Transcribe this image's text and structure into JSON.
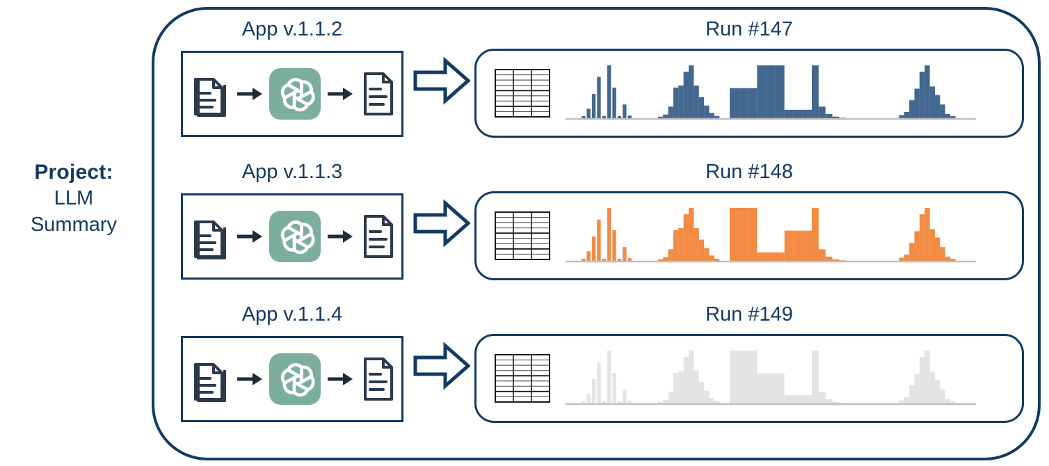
{
  "project": {
    "title": "Project:",
    "subtitle_line1": "LLM",
    "subtitle_line2": "Summary"
  },
  "colors": {
    "navy": "#123A62",
    "steel_blue": "#43688F",
    "orange": "#F28B43",
    "grey": "#E4E4E4",
    "sage_green": "#7BAE9B",
    "doc_outline": "#2B3A4A",
    "table_line": "#1A1A1A",
    "baseline": "#BFBFBF"
  },
  "icons": {
    "input_documents": "stacked-documents-icon",
    "llm": "openai-logo-icon",
    "output_document": "document-icon",
    "small_arrow": "arrow-right-icon",
    "block_arrow": "block-arrow-right-icon",
    "table": "table-grid-icon"
  },
  "rows": [
    {
      "app_label": "App v.1.1.2",
      "run_label": "Run #147",
      "color_key": "steel_blue",
      "color": "#43688F",
      "hist_style": "solid"
    },
    {
      "app_label": "App v.1.1.3",
      "run_label": "Run #148",
      "color_key": "orange",
      "color": "#F28B43",
      "hist_style": "solid"
    },
    {
      "app_label": "App v.1.1.4",
      "run_label": "Run #149",
      "color_key": "grey",
      "color": "#E4E4E4",
      "hist_style": "faded"
    }
  ],
  "chart_data": {
    "type": "bar",
    "title": "",
    "xlabel": "",
    "ylabel": "",
    "grid": false,
    "legend": "none",
    "description": "Each run panel contains one table icon followed by five miniature histograms. Values are normalized bar heights (0-100) read off the rendered bars.",
    "panels": [
      {
        "run": "Run #147",
        "color": "#43688F",
        "histograms": [
          {
            "name": "spiky-narrow",
            "bar_gap": true,
            "values": [
              0,
              0,
              0,
              4,
              18,
              46,
              78,
              4,
              100,
              58,
              4,
              26,
              5,
              0,
              0,
              0
            ]
          },
          {
            "name": "bell-peak",
            "bar_gap": false,
            "values": [
              0,
              0,
              3,
              7,
              22,
              58,
              62,
              88,
              100,
              62,
              40,
              24,
              10,
              4,
              0,
              0
            ]
          },
          {
            "name": "three-wide-bars",
            "bar_gap": false,
            "values": [
              57,
              57,
              57,
              100,
              100,
              100,
              16,
              16,
              16
            ]
          },
          {
            "name": "exponential-decay",
            "bar_gap": false,
            "values": [
              100,
              22,
              8,
              3,
              1,
              0,
              0,
              0,
              0,
              0,
              0,
              0
            ]
          },
          {
            "name": "bell-peak-left",
            "bar_gap": false,
            "values": [
              0,
              6,
              12,
              34,
              56,
              88,
              100,
              60,
              44,
              26,
              8,
              4,
              0,
              0,
              0,
              0
            ]
          }
        ]
      },
      {
        "run": "Run #148",
        "color": "#F28B43",
        "histograms": [
          {
            "name": "spiky-narrow",
            "bar_gap": true,
            "values": [
              0,
              0,
              0,
              4,
              18,
              46,
              78,
              4,
              100,
              58,
              4,
              26,
              5,
              0,
              0,
              0
            ]
          },
          {
            "name": "bell-peak",
            "bar_gap": false,
            "values": [
              0,
              0,
              3,
              7,
              22,
              58,
              62,
              88,
              100,
              62,
              40,
              24,
              10,
              4,
              0,
              0
            ]
          },
          {
            "name": "three-wide-bars",
            "bar_gap": false,
            "values": [
              100,
              100,
              100,
              16,
              16,
              16,
              57,
              57,
              57
            ]
          },
          {
            "name": "exponential-decay",
            "bar_gap": false,
            "values": [
              100,
              22,
              8,
              3,
              1,
              0,
              0,
              0,
              0,
              0,
              0,
              0
            ]
          },
          {
            "name": "bell-peak-left",
            "bar_gap": false,
            "values": [
              0,
              6,
              12,
              34,
              56,
              88,
              100,
              60,
              44,
              26,
              8,
              4,
              0,
              0,
              0,
              0
            ]
          }
        ]
      },
      {
        "run": "Run #149",
        "color": "#E4E4E4",
        "histograms": [
          {
            "name": "spiky-narrow",
            "bar_gap": true,
            "values": [
              0,
              0,
              0,
              4,
              18,
              46,
              78,
              4,
              100,
              58,
              4,
              26,
              5,
              0,
              0,
              0
            ]
          },
          {
            "name": "bell-peak",
            "bar_gap": false,
            "values": [
              0,
              0,
              3,
              7,
              22,
              58,
              62,
              88,
              100,
              62,
              40,
              24,
              10,
              4,
              0,
              0
            ]
          },
          {
            "name": "three-wide-bars",
            "bar_gap": false,
            "values": [
              100,
              100,
              100,
              57,
              57,
              57,
              16,
              16,
              16
            ]
          },
          {
            "name": "exponential-decay",
            "bar_gap": false,
            "values": [
              100,
              22,
              8,
              3,
              1,
              0,
              0,
              0,
              0,
              0,
              0,
              0
            ]
          },
          {
            "name": "bell-peak-left",
            "bar_gap": false,
            "values": [
              0,
              6,
              12,
              34,
              56,
              88,
              100,
              60,
              44,
              26,
              8,
              4,
              0,
              0,
              0,
              0
            ]
          }
        ]
      }
    ]
  }
}
